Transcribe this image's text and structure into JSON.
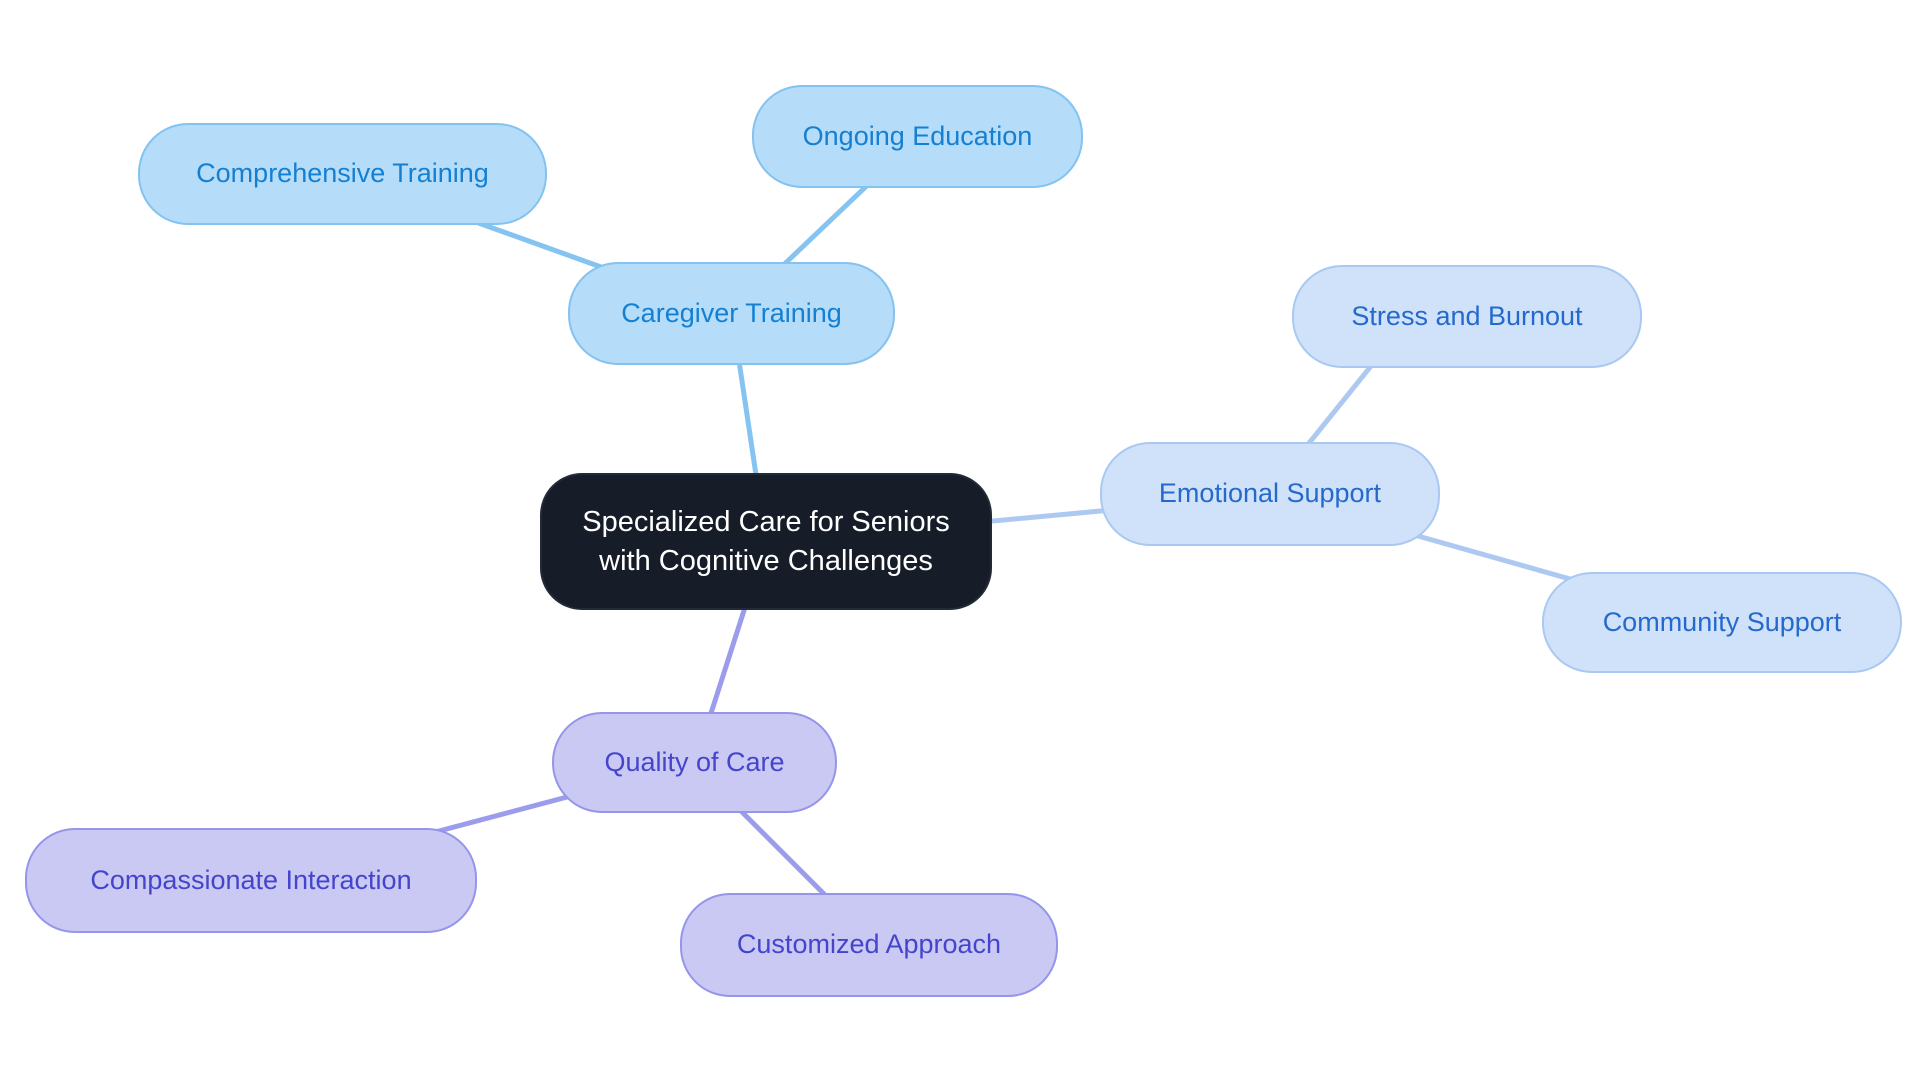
{
  "diagram": {
    "type": "mindmap",
    "background": "#ffffff",
    "root": {
      "label": "Specialized Care for Seniors with Cognitive Challenges",
      "colors": {
        "fill": "#171d28",
        "text": "#ffffff"
      }
    },
    "branches": [
      {
        "label": "Caregiver Training",
        "colors": {
          "fill": "#b5dcf8",
          "border": "#84c2f0",
          "text": "#1580d2",
          "line": "#85c3f1"
        },
        "children": [
          {
            "label": "Comprehensive Training"
          },
          {
            "label": "Ongoing Education"
          }
        ]
      },
      {
        "label": "Emotional Support",
        "colors": {
          "fill": "#cfe2f9",
          "border": "#a9c8f2",
          "text": "#2569cd",
          "line": "#adc9f1"
        },
        "children": [
          {
            "label": "Stress and Burnout"
          },
          {
            "label": "Community Support"
          }
        ]
      },
      {
        "label": "Quality of Care",
        "colors": {
          "fill": "#c9c9f4",
          "border": "#9595ea",
          "text": "#4444cc",
          "line": "#9c9cec"
        },
        "children": [
          {
            "label": "Compassionate Interaction"
          },
          {
            "label": "Customized Approach"
          }
        ]
      }
    ]
  }
}
